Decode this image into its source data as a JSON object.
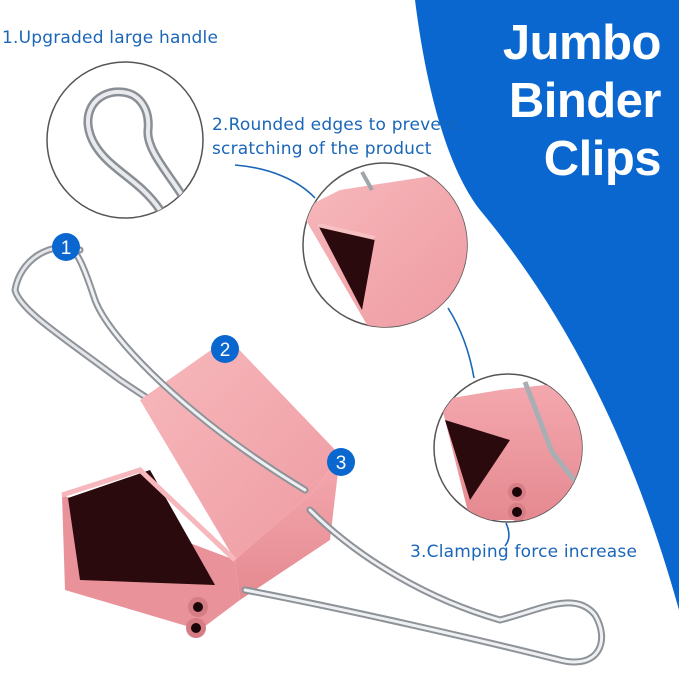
{
  "title": {
    "line1": "Jumbo",
    "line2": "Binder",
    "line3": "Clips"
  },
  "captions": {
    "handle": "1.Upgraded large handle",
    "edges_line1": "2.Rounded edges to prevent",
    "edges_line2": "scratching of the product",
    "clamping": "3.Clamping force increase"
  },
  "badges": [
    "1",
    "2",
    "3"
  ],
  "colors": {
    "brand_blue": "#0a67d0",
    "caption_blue": "#1a66b8",
    "clip_pink": "#f2a3a8",
    "clip_dark": "#2a0a0c",
    "wire_silver": "#b8bcc2"
  },
  "icons": [
    "handle-zoom-circle",
    "edge-zoom-circle",
    "clamp-zoom-circle"
  ]
}
